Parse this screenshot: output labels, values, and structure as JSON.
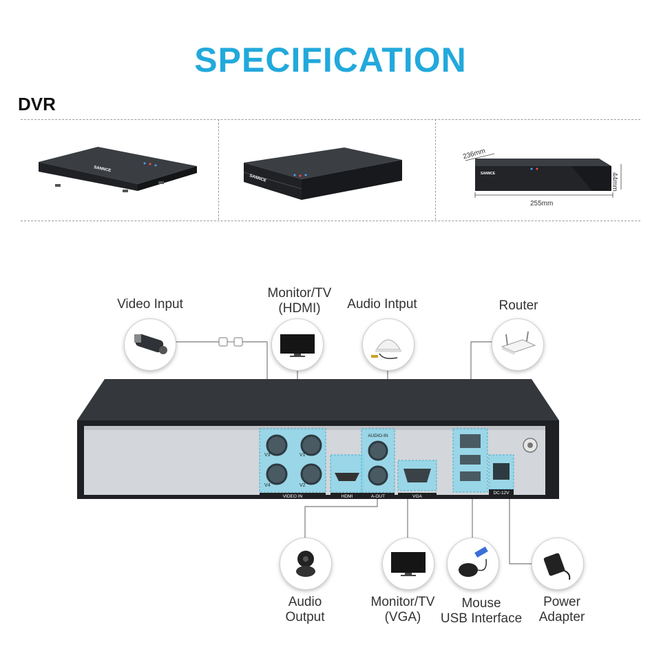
{
  "title": "SPECIFICATION",
  "section": "DVR",
  "dimensions": {
    "depth": "236mm",
    "height": "44mm",
    "width": "255mm"
  },
  "brand": "SANNCE",
  "connections_top": [
    {
      "id": "video_input",
      "label": "Video Input"
    },
    {
      "id": "monitor_hdmi",
      "label": "Monitor/TV\n(HDMI)"
    },
    {
      "id": "audio_input",
      "label": "Audio Intput"
    },
    {
      "id": "router",
      "label": "Router"
    }
  ],
  "connections_bottom": [
    {
      "id": "audio_output",
      "label": "Audio\nOutput"
    },
    {
      "id": "monitor_vga",
      "label": "Monitor/TV\n(VGA)"
    },
    {
      "id": "mouse",
      "label": "Mouse\nUSB Interface"
    },
    {
      "id": "power",
      "label": "Power\nAdapter"
    }
  ],
  "ports": {
    "video_in": "VIDEO IN",
    "v1": "V1",
    "v2": "V2",
    "v3": "V3",
    "v4": "V4",
    "hdmi": "HDMI",
    "audio_in": "AUDIO-IN",
    "a_out": "A-OUT",
    "vga": "VGA",
    "dc": "DC-12V"
  }
}
